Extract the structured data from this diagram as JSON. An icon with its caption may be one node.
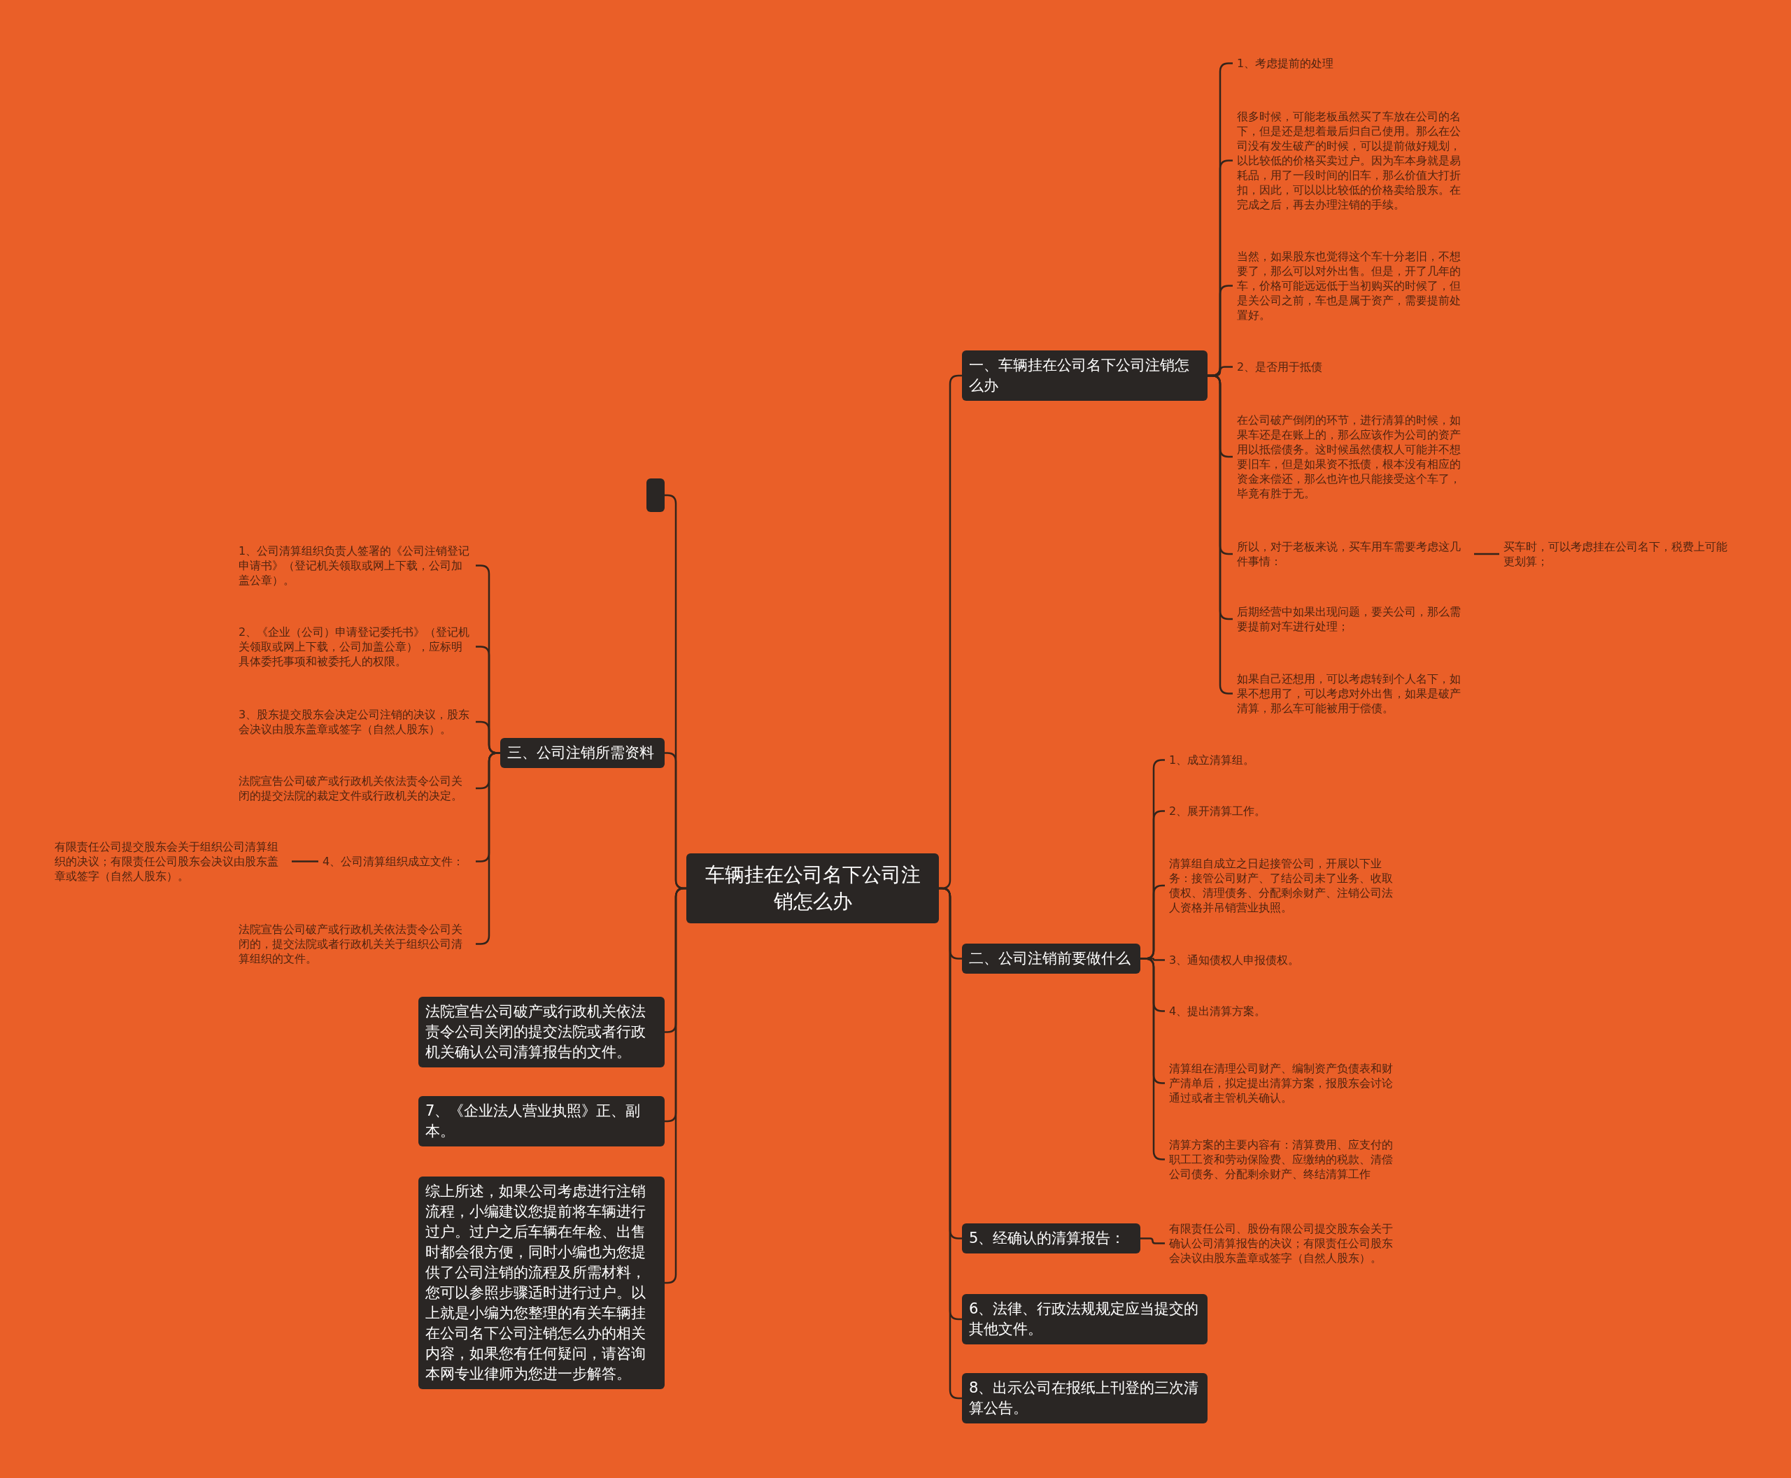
{
  "diagram": {
    "nodes": [
      {
        "text": [
          "车辆挂在公司名下公司注销怎么办"
        ]
      },
      {
        "text": [],
        "shape": "box"
      },
      {
        "text": [
          "三、公司注销所需资料"
        ]
      },
      {
        "text": [
          "1、公司清算组织负责人签署的《公司注销登记申请书》（登记机关领取或网上下载，公司加盖公章）。"
        ]
      },
      {
        "text": [
          "2、《企业（公司）申请登记委托书》（登记机关领取或网上下载，公司加盖公章），应标明具体委托事项和被委托人的权限。"
        ]
      },
      {
        "text": [
          "3、股东提交股东会决定公司注销的决议，股东会决议由股东盖章或签字（自然人股东）。"
        ]
      },
      {
        "text": [
          "法院宣告公司破产或行政机关依法责令公司关闭的提交法院的裁定文件或行政机关的决定。"
        ]
      },
      {
        "text": [
          "4、公司清算组织成立文件："
        ]
      },
      {
        "text": [
          "有限责任公司提交股东会关于组织公司清算组织的决议；有限责任公司股东会决议由股东盖章或签字（自然人股东）。"
        ]
      },
      {
        "text": [
          "法院宣告公司破产或行政机关依法责令公司关闭的，提交法院或者行政机关关于组织公司清算组织的文件。"
        ]
      },
      {
        "text": [
          "法院宣告公司破产或行政机关依法责令公司关闭的提交法院或者行政机关确认公司清算报告的文件。"
        ]
      },
      {
        "text": [
          "7、《企业法人营业执照》正、副本。"
        ]
      },
      {
        "text": [
          "综上所述，如果公司考虑进行注销流程，小编建议您提前将车辆进行过户。过户之后车辆在年检、出售时都会很方便，同时小编也为您提供了公司注销的流程及所需材料，您可以参照步骤适时进行过户。以上就是小编为您整理的有关车辆挂在公司名下公司注销怎么办的相关内容，如果您有任何疑问，请咨询本网专业律师为您进一步解答。"
        ]
      },
      {
        "text": [
          "一、车辆挂在公司名下公司注销怎么办"
        ]
      },
      {
        "text": [
          "1、考虑提前的处理"
        ]
      },
      {
        "text": [
          "很多时候，可能老板虽然买了车放在公司的名下，但是还是想着最后归自己使用。那么在公司没有发生破产的时候，可以提前做好规划，以比较低的价格买卖过户。因为车本身就是易耗品，用了一段时间的旧车，那么价值大打折扣，因此，可以以比较低的价格卖给股东。在完成之后，再去办理注销的手续。"
        ]
      },
      {
        "text": [
          "当然，如果股东也觉得这个车十分老旧，不想要了，那么可以对外出售。但是，开了几年的车，价格可能远远低于当初购买的时候了，但是关公司之前，车也是属于资产，需要提前处置好。"
        ]
      },
      {
        "text": [
          "2、是否用于抵债"
        ]
      },
      {
        "text": [
          "在公司破产倒闭的环节，进行清算的时候，如果车还是在账上的，那么应该作为公司的资产用以抵偿债务。这时候虽然债权人可能并不想要旧车，但是如果资不抵债，根本没有相应的资金来偿还，那么也许也只能接受这个车了，毕竟有胜于无。"
        ]
      },
      {
        "text": [
          "所以，对于老板来说，买车用车需要考虑这几件事情："
        ]
      },
      {
        "text": [
          "买车时，可以考虑挂在公司名下，税费上可能更划算；"
        ]
      },
      {
        "text": [
          "后期经营中如果出现问题，要关公司，那么需要提前对车进行处理；"
        ]
      },
      {
        "text": [
          "如果自己还想用，可以考虑转到个人名下，如果不想用了，可以考虑对外出售，如果是破产清算，那么车可能被用于偿债。"
        ]
      },
      {
        "text": [
          "二、公司注销前要做什么"
        ]
      },
      {
        "text": [
          "1、成立清算组。"
        ]
      },
      {
        "text": [
          "2、展开清算工作。"
        ]
      },
      {
        "text": [
          "清算组自成立之日起接管公司，开展以下业务：接管公司财产、了结公司未了业务、收取债权、清理债务、分配剩余财产、注销公司法人资格并吊销营业执照。"
        ]
      },
      {
        "text": [
          "3、通知债权人申报债权。"
        ]
      },
      {
        "text": [
          "4、提出清算方案。"
        ]
      },
      {
        "text": [
          "清算组在清理公司财产、编制资产负债表和财产清单后，拟定提出清算方案，报股东会讨论通过或者主管机关确认。"
        ]
      },
      {
        "text": [
          "清算方案的主要内容有：清算费用、应支付的职工工资和劳动保险费、应缴纳的税款、清偿公司债务、分配剩余财产、终结清算工作"
        ]
      },
      {
        "text": [
          "5、经确认的清算报告："
        ]
      },
      {
        "text": [
          "有限责任公司、股份有限公司提交股东会关于确认公司清算报告的决议；有限责任公司股东会决议由股东盖章或签字（自然人股东）。"
        ]
      },
      {
        "text": [
          "6、法律、行政法规规定应当提交的其他文件。"
        ]
      },
      {
        "text": [
          "8、出示公司在报纸上刊登的三次清算公告。"
        ]
      }
    ],
    "edges": [
      {
        "from": 0,
        "to": 1,
        "arrow": "none"
      },
      {
        "from": 0,
        "to": 2,
        "arrow": "none"
      },
      {
        "from": 2,
        "to": 3,
        "arrow": "none"
      },
      {
        "from": 2,
        "to": 4,
        "arrow": "none"
      },
      {
        "from": 2,
        "to": 5,
        "arrow": "none"
      },
      {
        "from": 2,
        "to": 6,
        "arrow": "none"
      },
      {
        "from": 2,
        "to": 7,
        "arrow": "none"
      },
      {
        "from": 7,
        "to": 8,
        "arrow": "none"
      },
      {
        "from": 2,
        "to": 9,
        "arrow": "none"
      },
      {
        "from": 0,
        "to": 10,
        "arrow": "none"
      },
      {
        "from": 0,
        "to": 11,
        "arrow": "none"
      },
      {
        "from": 0,
        "to": 12,
        "arrow": "none"
      },
      {
        "from": 0,
        "to": 13,
        "arrow": "none"
      },
      {
        "from": 13,
        "to": 14,
        "arrow": "none"
      },
      {
        "from": 13,
        "to": 15,
        "arrow": "none"
      },
      {
        "from": 13,
        "to": 16,
        "arrow": "none"
      },
      {
        "from": 13,
        "to": 17,
        "arrow": "none"
      },
      {
        "from": 13,
        "to": 18,
        "arrow": "none"
      },
      {
        "from": 13,
        "to": 19,
        "arrow": "none"
      },
      {
        "from": 19,
        "to": 20,
        "arrow": "none"
      },
      {
        "from": 13,
        "to": 21,
        "arrow": "none"
      },
      {
        "from": 13,
        "to": 22,
        "arrow": "none"
      },
      {
        "from": 0,
        "to": 23,
        "arrow": "none"
      },
      {
        "from": 23,
        "to": 24,
        "arrow": "none"
      },
      {
        "from": 23,
        "to": 25,
        "arrow": "none"
      },
      {
        "from": 23,
        "to": 26,
        "arrow": "none"
      },
      {
        "from": 23,
        "to": 27,
        "arrow": "none"
      },
      {
        "from": 23,
        "to": 28,
        "arrow": "none"
      },
      {
        "from": 23,
        "to": 29,
        "arrow": "none"
      },
      {
        "from": 23,
        "to": 30,
        "arrow": "none"
      },
      {
        "from": 0,
        "to": 31,
        "arrow": "none"
      },
      {
        "from": 31,
        "to": 32,
        "arrow": "none"
      },
      {
        "from": 0,
        "to": 33,
        "arrow": "none"
      },
      {
        "from": 0,
        "to": 34,
        "arrow": "none"
      }
    ]
  }
}
